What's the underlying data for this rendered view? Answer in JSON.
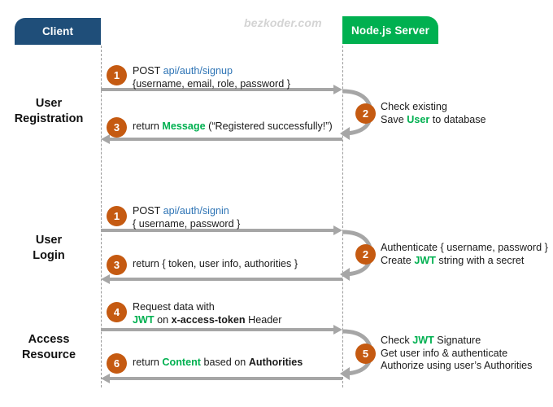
{
  "watermark": "bezkoder.com",
  "actors": {
    "client": {
      "label": "Client",
      "color": "#1F4E79"
    },
    "server": {
      "label": "Node.js Server",
      "color": "#00B050"
    }
  },
  "phases": [
    {
      "id": "registration",
      "line1": "User",
      "line2": "Registration"
    },
    {
      "id": "login",
      "line1": "User",
      "line2": "Login"
    },
    {
      "id": "access",
      "line1": "Access",
      "line2": "Resource"
    }
  ],
  "colors": {
    "badge": "#C55A11",
    "arrow": "#A6A6A6",
    "link": "#2E74B5",
    "accent": "#00B050",
    "lifeline": "#9A9A9A"
  },
  "steps": {
    "s1": {
      "num": "1",
      "l1a": "POST ",
      "l1b": "api/auth/signup",
      "l2": "{username, email, role, password }"
    },
    "s2": {
      "num": "2",
      "l1": "Check existing",
      "l2a": "Save ",
      "l2b": "User",
      "l2c": " to database"
    },
    "s3": {
      "num": "3",
      "l1a": "return ",
      "l1b": "Message",
      "l1c": " (“Registered successfully!”)"
    },
    "s4": {
      "num": "1",
      "l1a": "POST ",
      "l1b": "api/auth/signin",
      "l2": "{ username, password }"
    },
    "s5": {
      "num": "2",
      "l1": "Authenticate { username, password }",
      "l2a": "Create ",
      "l2b": "JWT",
      "l2c": " string with a secret"
    },
    "s6": {
      "num": "3",
      "l1": "return { token, user info, authorities }"
    },
    "s7": {
      "num": "4",
      "l1": "Request  data with",
      "l2a": "JWT",
      "l2b": " on ",
      "l2c": "x-access-token",
      "l2d": " Header"
    },
    "s8": {
      "num": "5",
      "l1a": "Check ",
      "l1b": "JWT",
      "l1c": " Signature",
      "l2": "Get user info & authenticate",
      "l3": "Authorize using user’s Authorities"
    },
    "s9": {
      "num": "6",
      "l1a": "return ",
      "l1b": "Content",
      "l1c": " based on ",
      "l1d": "Authorities"
    }
  }
}
